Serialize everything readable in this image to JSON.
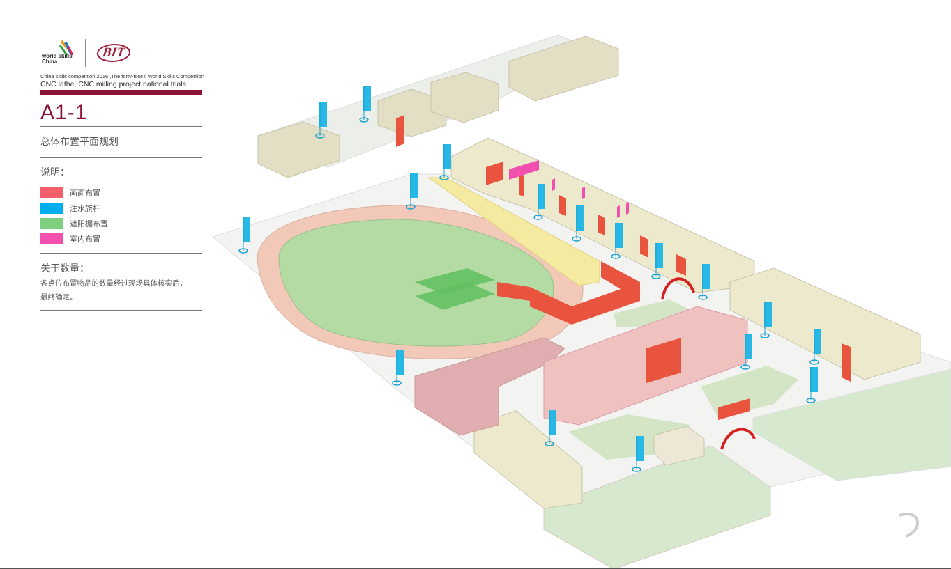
{
  "header": {
    "logo_worldskills": "worldskills China",
    "logo_bit": "BIT",
    "subtitle_line1": "China skills competition 2016 ,The forty-four® World Skills Competition",
    "subtitle_line2": "CNC lathe, CNC milling project national trials",
    "page_code": "A1-1",
    "page_title": "总体布置平面规划"
  },
  "legend": {
    "title": "说明：",
    "items": [
      {
        "label": "画面布置",
        "color": "#f4606a"
      },
      {
        "label": "注水旗杆",
        "color": "#00aeef"
      },
      {
        "label": "遮阳棚布置",
        "color": "#7ecf7e"
      },
      {
        "label": "室内布置",
        "color": "#f24fae"
      }
    ]
  },
  "quantity_note": {
    "title": "关于数量：",
    "text": "各点位布置物品的数量经过现场具体核实后，最终确定。"
  },
  "colors": {
    "brand": "#8a1236",
    "building": "#e8e4c8",
    "track": "#f2c8b8",
    "field": "#b5dba5"
  }
}
